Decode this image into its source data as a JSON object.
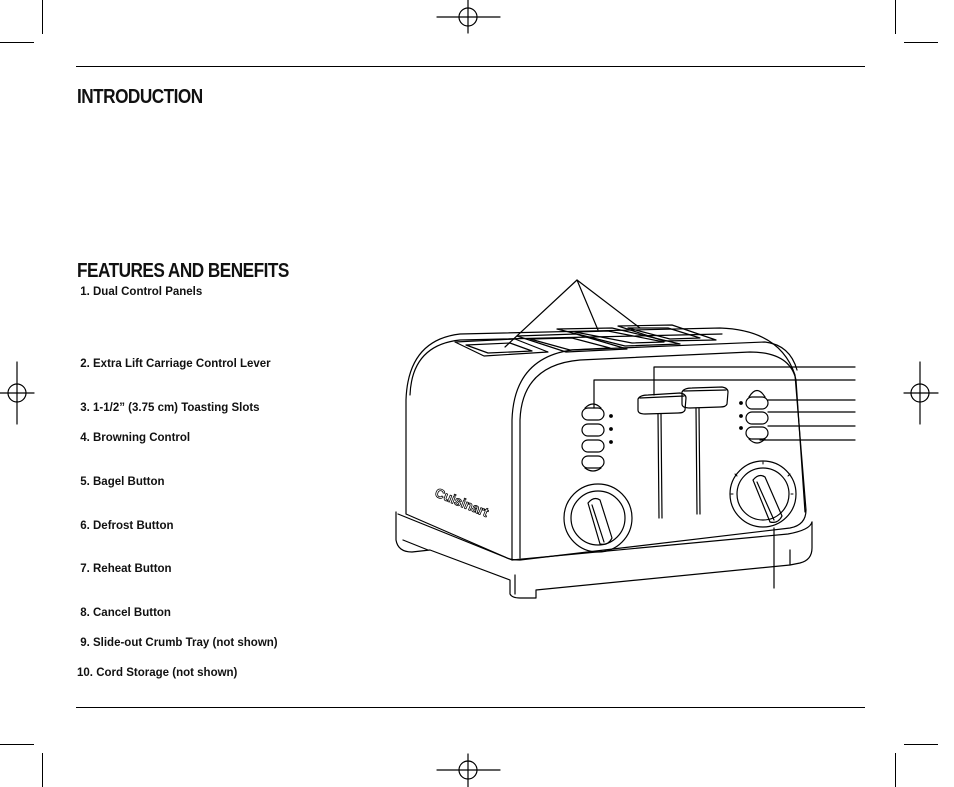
{
  "intro_heading": "INTRODUCTION",
  "features_heading": "FEATURES AND BENEFITS",
  "features": [
    {
      "num": " 1.",
      "label": "Dual Control Panels"
    },
    {
      "num": " 2.",
      "label": "Extra Lift Carriage Control Lever"
    },
    {
      "num": " 3.",
      "label": "1-1/2” (3.75 cm) Toasting Slots"
    },
    {
      "num": " 4.",
      "label": "Browning Control"
    },
    {
      "num": " 5.",
      "label": "Bagel Button"
    },
    {
      "num": " 6.",
      "label": "Defrost Button"
    },
    {
      "num": " 7.",
      "label": "Reheat Button"
    },
    {
      "num": " 8.",
      "label": "Cancel Button"
    },
    {
      "num": " 9.",
      "label": "Slide-out Crumb Tray (not shown)"
    },
    {
      "num": "10.",
      "label": "Cord Storage (not shown)"
    }
  ],
  "brand_logo": "Cuisinart",
  "colors": {
    "ink": "#000000",
    "background": "#ffffff"
  }
}
